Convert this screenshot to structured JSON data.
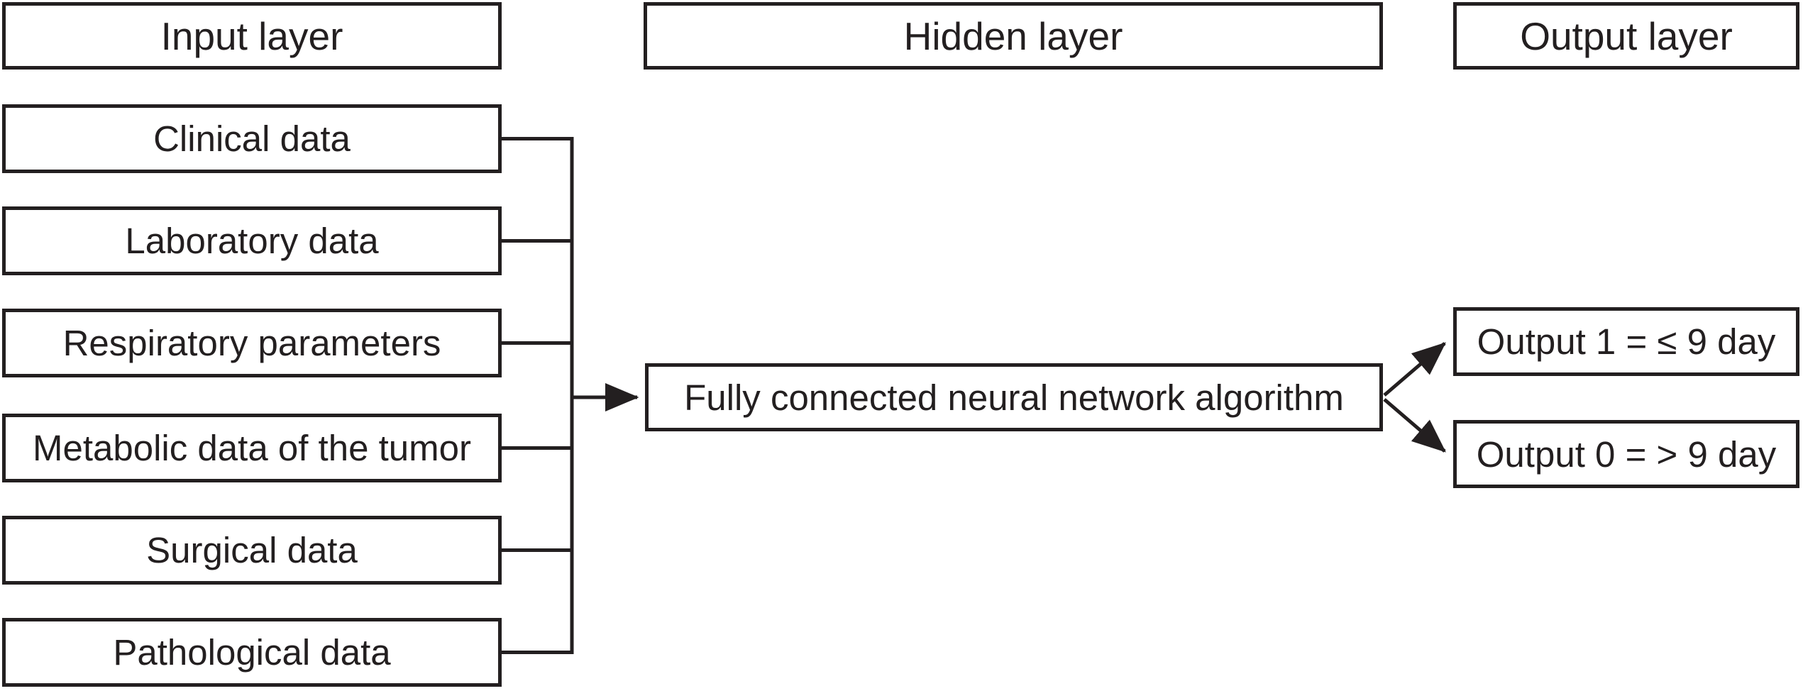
{
  "figure": {
    "background": "#ffffff",
    "line_color": "#231f20",
    "text_color": "#231f20"
  },
  "headers": {
    "input": "Input layer",
    "hidden": "Hidden layer",
    "output": "Output layer"
  },
  "input_nodes": [
    "Clinical data",
    "Laboratory data",
    "Respiratory parameters",
    "Metabolic data of the tumor",
    "Surgical data",
    "Pathological data"
  ],
  "hidden_node": "Fully connected neural network algorithm",
  "output_nodes": [
    "Output 1 = ≤ 9 day",
    "Output 0 = > 9 day"
  ]
}
